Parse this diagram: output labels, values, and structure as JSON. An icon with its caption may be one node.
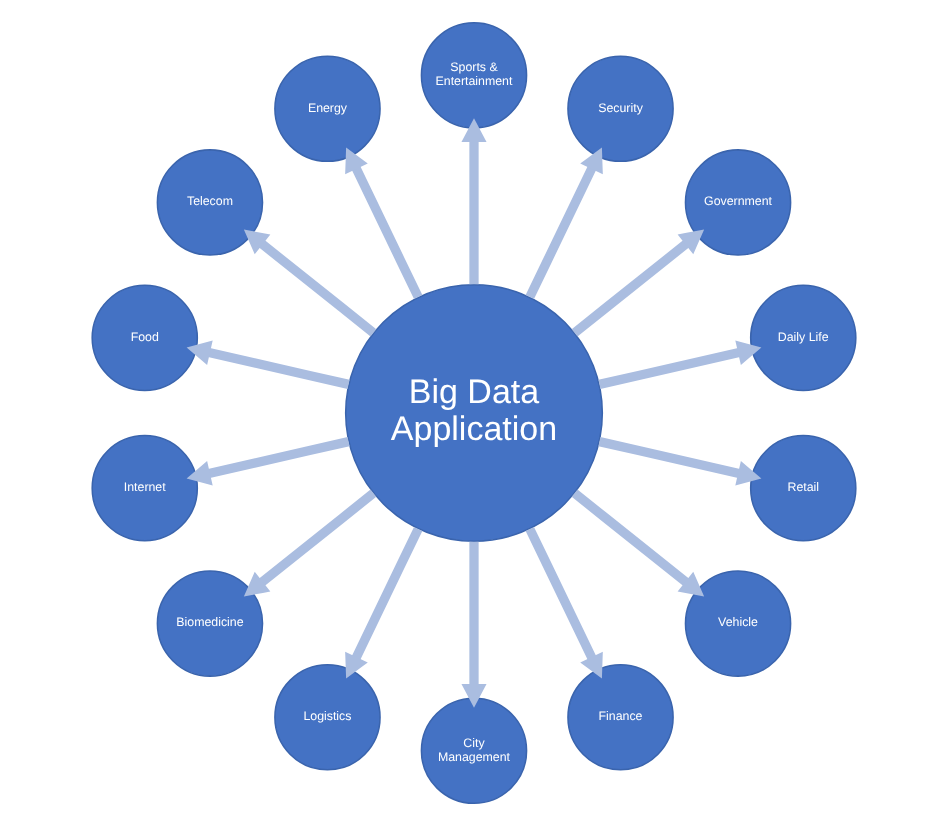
{
  "diagram": {
    "nodes": [
      {
        "text": [
          "Big Data Application"
        ]
      },
      {
        "text": [
          "Daily Life"
        ]
      },
      {
        "text": [
          "Government"
        ]
      },
      {
        "text": [
          "Security"
        ]
      },
      {
        "text": [
          "Sports & Entertainment"
        ]
      },
      {
        "text": [
          "Energy"
        ]
      },
      {
        "text": [
          "Telecom"
        ]
      },
      {
        "text": [
          "Food"
        ]
      },
      {
        "text": [
          "Internet"
        ]
      },
      {
        "text": [
          "Biomedicine"
        ]
      },
      {
        "text": [
          "Logistics"
        ]
      },
      {
        "text": [
          "City Management"
        ]
      },
      {
        "text": [
          "Finance"
        ]
      },
      {
        "text": [
          "Vehicle"
        ]
      },
      {
        "text": [
          "Retail"
        ]
      }
    ],
    "edges": [
      {
        "from": 0,
        "to": 1,
        "arrow": "to"
      },
      {
        "from": 0,
        "to": 2,
        "arrow": "to"
      },
      {
        "from": 0,
        "to": 3,
        "arrow": "to"
      },
      {
        "from": 0,
        "to": 4,
        "arrow": "to"
      },
      {
        "from": 0,
        "to": 5,
        "arrow": "to"
      },
      {
        "from": 0,
        "to": 6,
        "arrow": "to"
      },
      {
        "from": 0,
        "to": 7,
        "arrow": "to"
      },
      {
        "from": 0,
        "to": 8,
        "arrow": "to"
      },
      {
        "from": 0,
        "to": 9,
        "arrow": "to"
      },
      {
        "from": 0,
        "to": 10,
        "arrow": "to"
      },
      {
        "from": 0,
        "to": 11,
        "arrow": "to"
      },
      {
        "from": 0,
        "to": 12,
        "arrow": "to"
      },
      {
        "from": 0,
        "to": 13,
        "arrow": "to"
      },
      {
        "from": 0,
        "to": 14,
        "arrow": "to"
      }
    ]
  }
}
